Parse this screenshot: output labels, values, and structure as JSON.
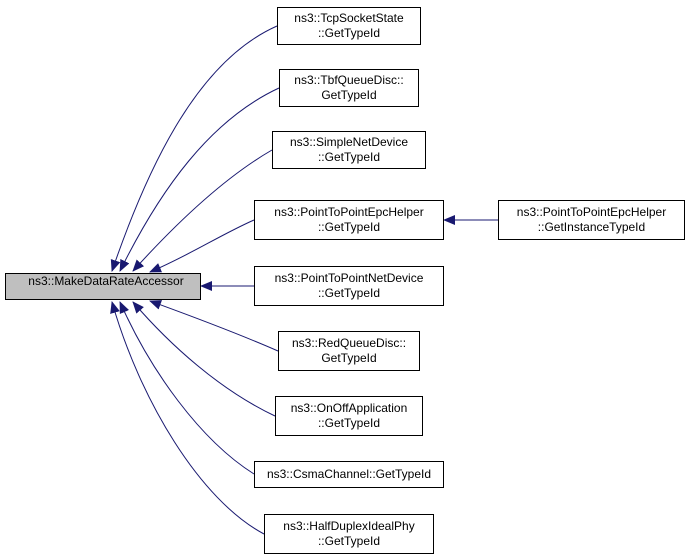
{
  "colors": {
    "edge": "#191970",
    "root_fill": "#bfbfbf",
    "node_fill": "#ffffff",
    "node_border": "#000000"
  },
  "root": {
    "label": "ns3::MakeDataRateAccessor"
  },
  "callers": [
    {
      "id": "tcp-socket-state",
      "lines": [
        "ns3::TcpSocketState",
        "::GetTypeId"
      ]
    },
    {
      "id": "tbf-queue-disc",
      "lines": [
        "ns3::TbfQueueDisc::",
        "GetTypeId"
      ]
    },
    {
      "id": "simple-net-device",
      "lines": [
        "ns3::SimpleNetDevice",
        "::GetTypeId"
      ]
    },
    {
      "id": "point-to-point-epc-helper",
      "lines": [
        "ns3::PointToPointEpcHelper",
        "::GetTypeId"
      ]
    },
    {
      "id": "point-to-point-net-device",
      "lines": [
        "ns3::PointToPointNetDevice",
        "::GetTypeId"
      ]
    },
    {
      "id": "red-queue-disc",
      "lines": [
        "ns3::RedQueueDisc::",
        "GetTypeId"
      ]
    },
    {
      "id": "on-off-application",
      "lines": [
        "ns3::OnOffApplication",
        "::GetTypeId"
      ]
    },
    {
      "id": "csma-channel",
      "lines": [
        "ns3::CsmaChannel::GetTypeId"
      ]
    },
    {
      "id": "half-duplex-ideal-phy",
      "lines": [
        "ns3::HalfDuplexIdealPhy",
        "::GetTypeId"
      ]
    }
  ],
  "second_level": [
    {
      "id": "point-to-point-epc-helper-instance",
      "lines": [
        "ns3::PointToPointEpcHelper",
        "::GetInstanceTypeId"
      ]
    }
  ]
}
